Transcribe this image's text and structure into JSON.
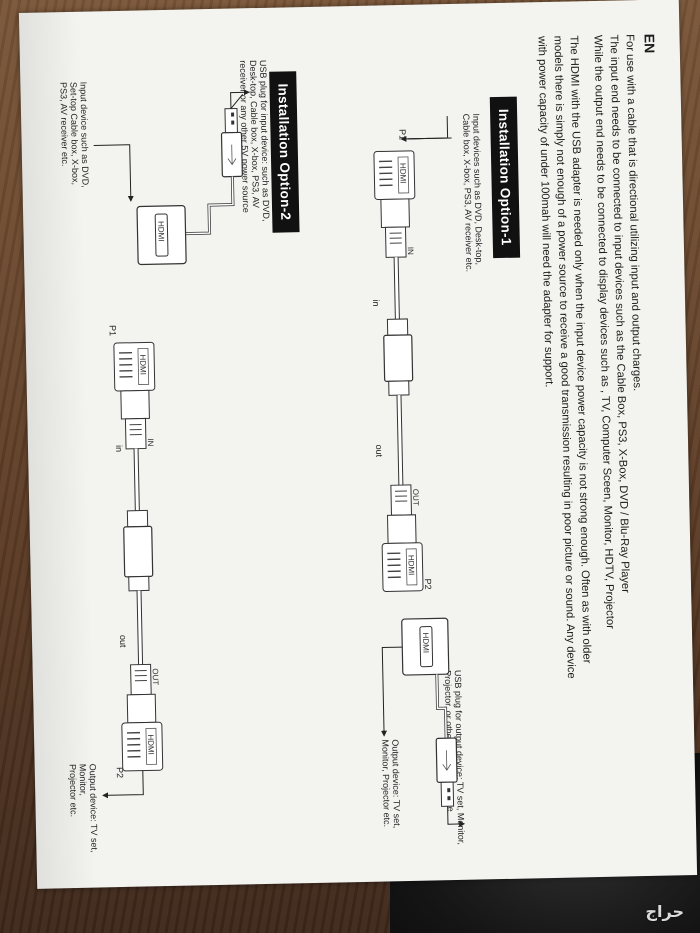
{
  "language": "EN",
  "intro": {
    "line1": "For use with a cable that is directional utilizing input and output charges.",
    "line2": "The input end needs to be connected to input devices such as the Cable Box, PS3, X-Box, DVD / Blu-Ray Player",
    "line3": "While the output end needs to be connected to display devices such as , TV, Computer Sceen, Monitor, HDTV, Projector",
    "para2_line1": "The HDMI with the USB adapter is needed only when the input device power capacity is not strong enough. Often as with older",
    "para2_line2": "models there is simply not enough of a power source to receive a good transmission resulting in poor picture or sound. Any device",
    "para2_line3": "with power capacity of under 100mah will need the adapter for support."
  },
  "option1": {
    "header": "Installation Option-1",
    "input_desc": [
      "Input devices such as DVD, Desk-top,",
      "Cable box, X-box, PS3, AV receiver etc."
    ],
    "p1": "P1",
    "p2": "P2",
    "in": "in",
    "out": "out",
    "usb_desc": [
      "USB plug for output device: TV set, Monitor,",
      "Projector, or other 5V power source"
    ],
    "output_desc": [
      "Output device: TV set,",
      "Monitor, Projector etc."
    ]
  },
  "option2": {
    "header": "Installation Option-2",
    "usb_desc": [
      "USB plug for input device: such as DVD,",
      "Desk-top, Cable box, X-box, PS3, AV",
      "receiver or any other 5V power source"
    ],
    "input_desc": [
      "Input device such as DVD,",
      "Set-top Cable box, X-box,",
      "PS3, AV receiver etc."
    ],
    "p1": "P1",
    "p2": "P2",
    "in": "in",
    "out": "out",
    "output_desc": [
      "Output device: TV set, Monitor,",
      "Projector etc."
    ]
  },
  "connector_marks": {
    "hdmi": "HDMI",
    "mark_a": "IN",
    "mark_b": "OUT"
  },
  "watermark": "حراج",
  "colors": {
    "paper": "#f3f3f0",
    "ink": "#1c1c1c",
    "header_bg": "#111111"
  }
}
